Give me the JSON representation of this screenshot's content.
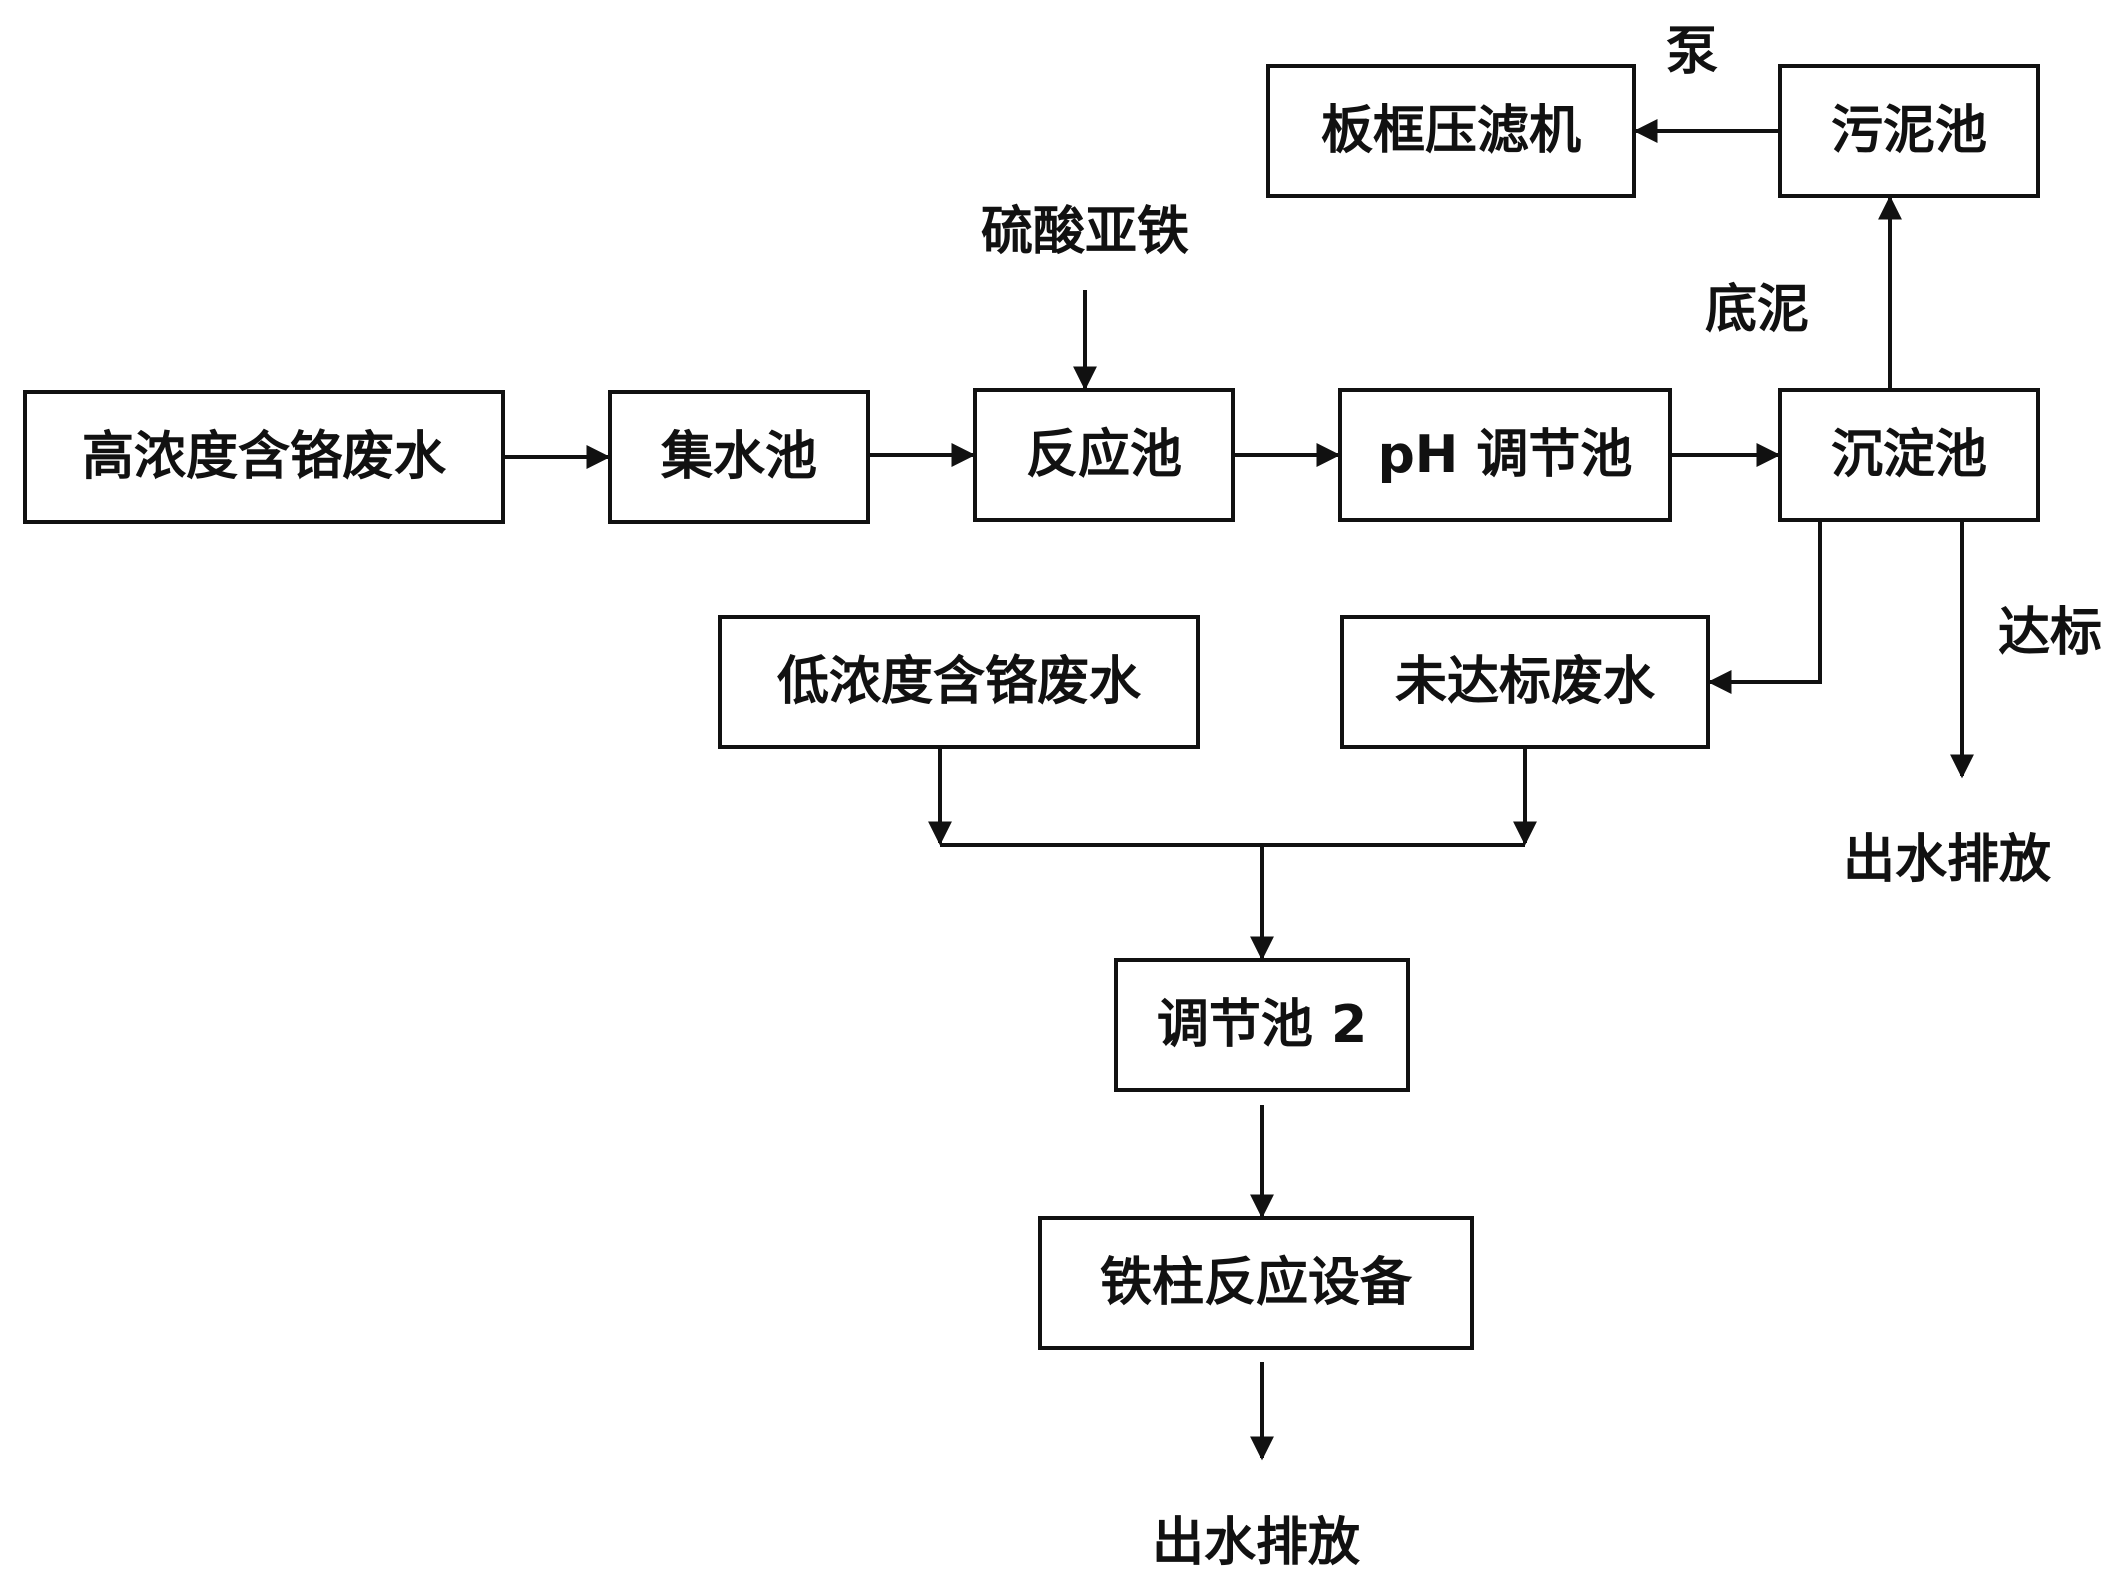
{
  "nodes": {
    "high_conc_wastewater": "高浓度含铬废水",
    "collection_tank": "集水池",
    "reaction_tank": "反应池",
    "ph_adjust_tank": "pH 调节池",
    "sedimentation_tank": "沉淀池",
    "sludge_tank": "污泥池",
    "filter_press": "板框压滤机",
    "low_conc_wastewater": "低浓度含铬废水",
    "substandard_wastewater": "未达标废水",
    "adjust_tank_2": "调节池 2",
    "iron_column_reactor": "铁柱反应设备"
  },
  "labels": {
    "ferrous_sulfate": "硫酸亚铁",
    "pump": "泵",
    "bottom_sludge": "底泥",
    "meets_standard": "达标",
    "discharge_top": "出水排放",
    "discharge_bottom": "出水排放"
  }
}
